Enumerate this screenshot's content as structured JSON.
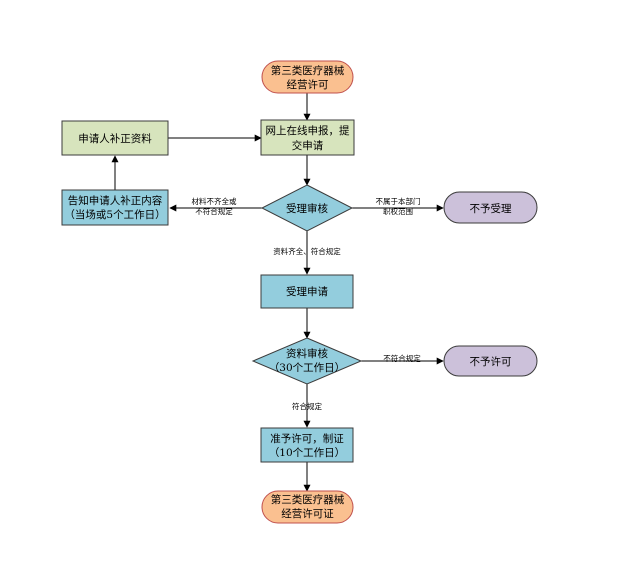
{
  "nodes": {
    "start": {
      "line1": "第三类医疗器械",
      "line2": "经营许可"
    },
    "submit": {
      "line1": "网上在线申报，提",
      "line2": "交申请"
    },
    "supplement": {
      "text": "申请人补正资料"
    },
    "notify": {
      "line1": "告知申请人补正内容",
      "line2": "（当场或5个工作日）"
    },
    "accept_review": {
      "text": "受理审核"
    },
    "reject_accept": {
      "text": "不予受理"
    },
    "accept": {
      "text": "受理申请"
    },
    "material_review": {
      "line1": "资料审核",
      "line2": "（30个工作日）"
    },
    "reject_permit": {
      "text": "不予许可"
    },
    "grant": {
      "line1": "准予许可，制证",
      "line2": "（10个工作日）"
    },
    "end": {
      "line1": "第三类医疗器械",
      "line2": "经营许可证"
    }
  },
  "edge_labels": {
    "incomplete": {
      "line1": "材料不齐全或",
      "line2": "不符合规定"
    },
    "out_of_scope": {
      "line1": "不属于本部门",
      "line2": "职权范围"
    },
    "complete": "资料齐全、符合规定",
    "not_compliant": "不符合规定",
    "compliant": "符合规定"
  },
  "colors": {
    "terminal_fill": "#fac090",
    "terminal_stroke": "#c0504d",
    "green_fill": "#d7e4bd",
    "blue_fill": "#93cddd",
    "purple_fill": "#ccc1da",
    "stroke": "#3b3b3b"
  }
}
